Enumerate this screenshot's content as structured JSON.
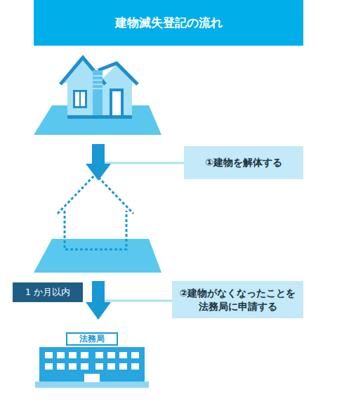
{
  "diagram": {
    "title": "建物滅失登記の流れ",
    "nodes": [
      {
        "text": [
          "①建物を解体する"
        ]
      },
      {
        "text": [
          "1 か月以内"
        ]
      },
      {
        "text": [
          "②建物がなくなったことを 法務局に申請する"
        ]
      },
      {
        "text": [
          "法務局"
        ]
      }
    ]
  }
}
